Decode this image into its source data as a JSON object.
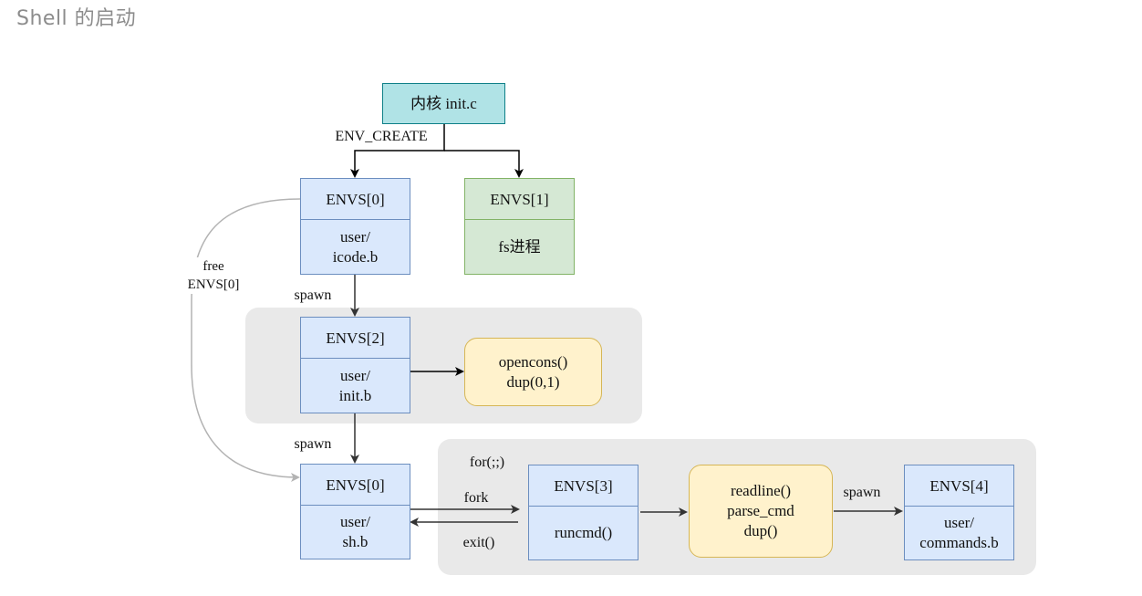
{
  "title": "Shell 的启动",
  "kernel": {
    "label": "内核 init.c"
  },
  "env0_top": {
    "head": "ENVS[0]",
    "body": "user/\nicode.b"
  },
  "env1": {
    "head": "ENVS[1]",
    "body": "fs进程"
  },
  "env2": {
    "head": "ENVS[2]",
    "body": "user/\ninit.b"
  },
  "opencons": {
    "label": "opencons()\ndup(0,1)"
  },
  "env0_bottom": {
    "head": "ENVS[0]",
    "body": "user/\nsh.b"
  },
  "env3": {
    "head": "ENVS[3]",
    "body": "runcmd()"
  },
  "readline": {
    "label": "readline()\nparse_cmd\ndup()"
  },
  "env4": {
    "head": "ENVS[4]",
    "body": "user/\ncommands.b"
  },
  "edge_labels": {
    "env_create": "ENV_CREATE",
    "free_env0": "free\nENVS[0]",
    "spawn1": "spawn",
    "spawn2": "spawn",
    "for_loop": "for(;;)",
    "fork": "fork",
    "exit": "exit()",
    "spawn3": "spawn"
  }
}
